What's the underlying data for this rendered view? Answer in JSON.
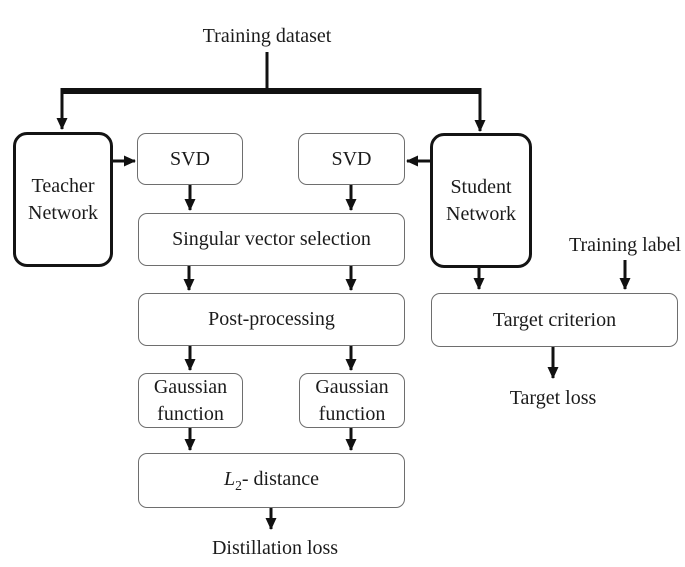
{
  "diagram": {
    "type": "flowchart",
    "nodes": {
      "training_dataset": "Training dataset",
      "teacher_network": "Teacher Network",
      "student_network": "Student Network",
      "svd_teacher": "SVD",
      "svd_student": "SVD",
      "singular_vector_selection": "Singular vector selection",
      "post_processing": "Post-processing",
      "gaussian_teacher": "Gaussian function",
      "gaussian_student": "Gaussian function",
      "l2_distance": {
        "var": "L",
        "sub": "2",
        "rest": "- distance"
      },
      "target_criterion": "Target criterion",
      "training_label": "Training label",
      "target_loss": "Target loss",
      "distillation_loss": "Distillation loss"
    },
    "edges": [
      {
        "from": "Training dataset",
        "to": "Teacher Network"
      },
      {
        "from": "Training dataset",
        "to": "Student Network"
      },
      {
        "from": "Teacher Network",
        "to": "SVD",
        "branch": "teacher"
      },
      {
        "from": "Student Network",
        "to": "SVD",
        "branch": "student"
      },
      {
        "from": "SVD",
        "to": "Singular vector selection",
        "branch": "teacher"
      },
      {
        "from": "SVD",
        "to": "Singular vector selection",
        "branch": "student"
      },
      {
        "from": "Singular vector selection",
        "to": "Post-processing",
        "branch": "teacher"
      },
      {
        "from": "Singular vector selection",
        "to": "Post-processing",
        "branch": "student"
      },
      {
        "from": "Post-processing",
        "to": "Gaussian function",
        "branch": "teacher"
      },
      {
        "from": "Post-processing",
        "to": "Gaussian function",
        "branch": "student"
      },
      {
        "from": "Gaussian function",
        "to": "L2- distance",
        "branch": "teacher"
      },
      {
        "from": "Gaussian function",
        "to": "L2- distance",
        "branch": "student"
      },
      {
        "from": "L2- distance",
        "to": "Distillation loss"
      },
      {
        "from": "Student Network",
        "to": "Target criterion"
      },
      {
        "from": "Training label",
        "to": "Target criterion"
      },
      {
        "from": "Target criterion",
        "to": "Target loss"
      }
    ],
    "colors": {
      "line": "#111111",
      "box_border": "#6e6e6e",
      "emph_border": "#141414",
      "text": "#1b1b1b",
      "background": "#ffffff"
    }
  }
}
